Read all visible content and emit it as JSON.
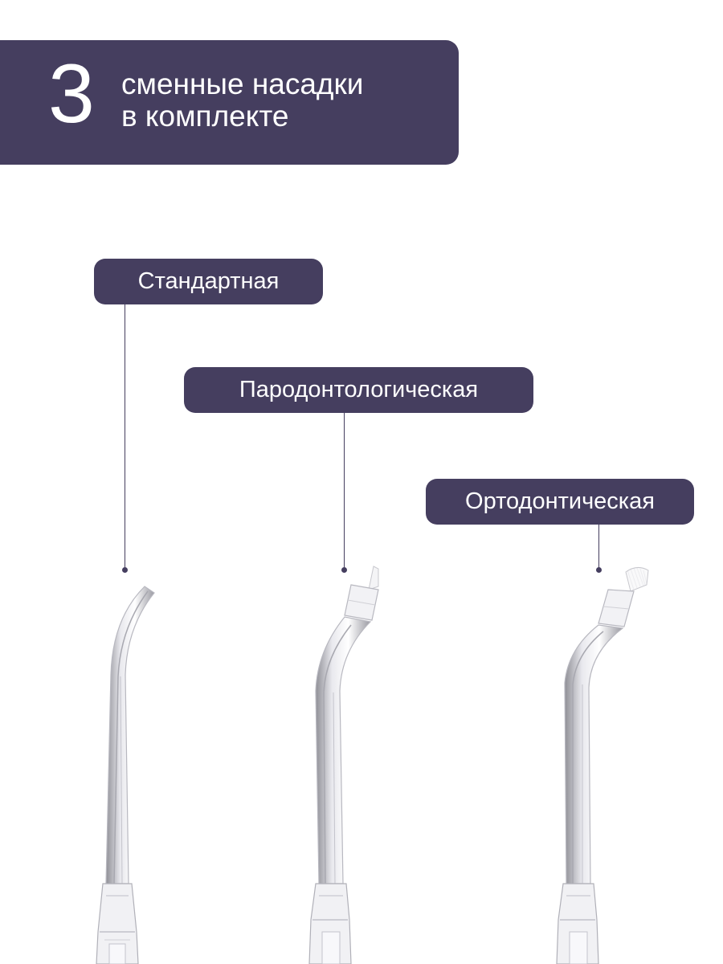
{
  "banner": {
    "number": "3",
    "line1": "сменные насадки",
    "line2": "в комплекте"
  },
  "nozzles": [
    {
      "label": "Стандартная",
      "icon": "standard-nozzle-icon"
    },
    {
      "label": "Пародонтологическая",
      "icon": "periodontal-nozzle-icon"
    },
    {
      "label": "Ортодонтическая",
      "icon": "orthodontic-nozzle-icon"
    }
  ],
  "colors": {
    "accent": "#453e5f",
    "background": "#ffffff"
  }
}
